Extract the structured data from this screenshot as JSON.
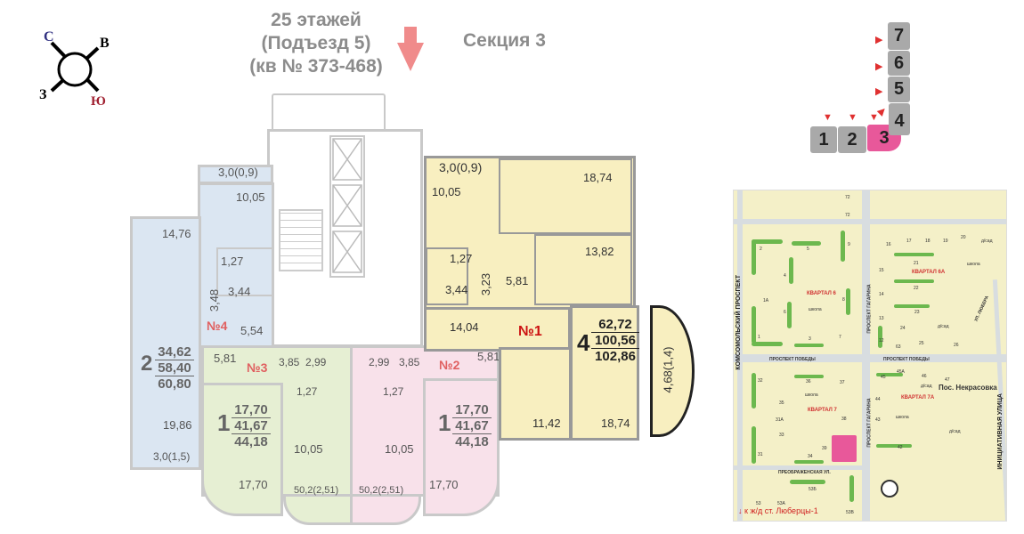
{
  "header": {
    "floors": "25 этажей",
    "entrance": "(Подъезд 5)",
    "apartments": "(кв № 373-468)",
    "section": "Секция 3"
  },
  "compass": {
    "n": "С",
    "e": "В",
    "w": "З",
    "s": "Ю"
  },
  "sections": [
    "1",
    "2",
    "3",
    "4",
    "5",
    "6",
    "7"
  ],
  "colors": {
    "apt1": "#f8efc0",
    "apt2": "#f8e1ea",
    "apt3": "#e6efd3",
    "apt4": "#dbe6f2",
    "active_section": "#e8589a",
    "arrow": "#f08b8b"
  },
  "apt4": {
    "no": "№4",
    "rooms": "2",
    "living": "34,62",
    "total": "58,40",
    "total_balcony": "60,80",
    "balcony_top": "3,0(0,9)",
    "kitchen": "10,05",
    "room_a": "14,76",
    "wc": "1,27",
    "bath": "3,44",
    "corridor": "3,48",
    "hall": "5,54",
    "room_b": "19,86",
    "balcony_bottom": "3,0(1,5)"
  },
  "apt3": {
    "no": "№3",
    "rooms": "1",
    "living": "17,70",
    "total": "41,67",
    "total_balcony": "44,18",
    "hall": "5,81",
    "corridor": "3,85",
    "bath": "2,99",
    "wc": "1,27",
    "kitchen": "10,05",
    "room": "17,70",
    "loggia": "50,2(2,51)"
  },
  "apt2": {
    "no": "№2",
    "rooms": "1",
    "living": "17,70",
    "total": "41,67",
    "total_balcony": "44,18",
    "hall": "5,81",
    "corridor": "3,85",
    "bath": "2,99",
    "wc": "1,27",
    "kitchen": "10,05",
    "room": "17,70",
    "loggia": "50,2(2,51)"
  },
  "apt1": {
    "no": "№1",
    "rooms": "4",
    "living": "62,72",
    "total": "100,56",
    "total_balcony": "102,86",
    "balcony": "3,0(0,9)",
    "kitchen": "10,05",
    "room_a": "18,74",
    "wc": "1,27",
    "room_b": "13,82",
    "hall_small": "5,81",
    "bath": "3,44",
    "corridor": "3,23",
    "hall": "14,04",
    "room_c": "11,42",
    "room_d": "18,74",
    "loggia": "4,68(1,4)"
  },
  "map": {
    "quarters": [
      "КВАРТАЛ 6",
      "КВАРТАЛ 6А",
      "КВАРТАЛ 7",
      "КВАРТАЛ 7А"
    ],
    "streets": [
      "КОМСОМОЛЬСКИЙ ПРОСПЕКТ",
      "ПРОСПЕКТ ГАГАРИНА",
      "ПРОСПЕКТ ПОБЕДЫ",
      "ПРОСПЕКТ ПОБЕДЫ",
      "ПРОСПЕКТ ГАГАРИНА",
      "УЛ. ЛЮБЕРА",
      "ИНИЦИАТИВНАЯ УЛИЦА",
      "ПРЕОБРАЖЕНСКАЯ УЛ."
    ],
    "school": "школа",
    "kindergarten": "д/сад",
    "village": "Пос. Некрасовка",
    "station": "к ж/д ст. Люберцы-1",
    "buildings": [
      "72",
      "72",
      "2",
      "5",
      "9",
      "4",
      "1А",
      "8",
      "6",
      "1",
      "3",
      "7",
      "16",
      "17",
      "18",
      "19",
      "20",
      "15",
      "21",
      "14",
      "22",
      "13",
      "23",
      "24",
      "12",
      "63",
      "25",
      "26",
      "32",
      "36",
      "37",
      "35",
      "31А",
      "38",
      "33",
      "39",
      "31",
      "34",
      "45",
      "45А",
      "46",
      "47",
      "44",
      "43",
      "42",
      "53",
      "53А",
      "53Б",
      "53В"
    ]
  }
}
